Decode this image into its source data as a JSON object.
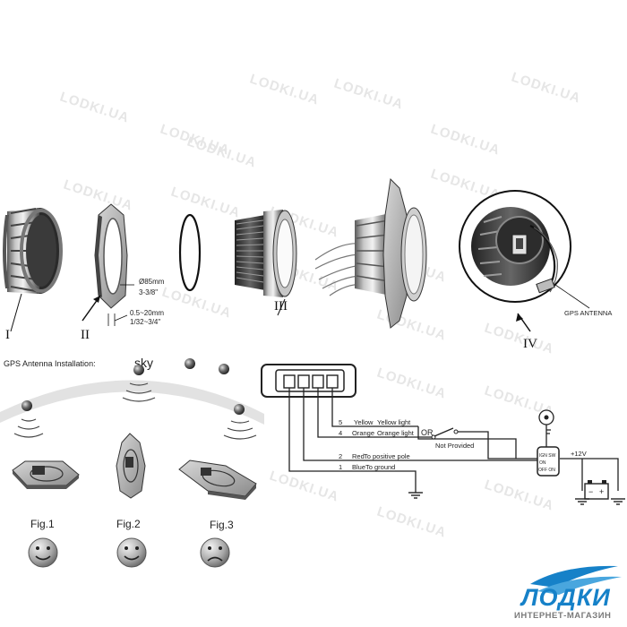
{
  "watermark": "LODKI.UA",
  "parts": {
    "labels": [
      "I",
      "II",
      "III",
      "IV"
    ],
    "bracket_diameter": "Ø85mm",
    "bracket_diameter_in": "3-3/8\"",
    "panel_thickness": "0.5~20mm",
    "panel_thickness_in": "1/32~3/4\"",
    "gps_antenna": "GPS ANTENNA"
  },
  "gps_installation": {
    "title": "GPS Antenna Installation:",
    "sky": "sky",
    "figures": [
      "Fig.1",
      "Fig.2",
      "Fig.3"
    ],
    "faces": [
      "happy",
      "happy",
      "sad"
    ]
  },
  "wiring": {
    "wires": [
      {
        "num": "5",
        "color": "Yellow",
        "desc": "Yellow light"
      },
      {
        "num": "4",
        "color": "Orange",
        "desc": "Orange light"
      },
      {
        "num": "2",
        "color": "Red",
        "desc": "To positive pole"
      },
      {
        "num": "1",
        "color": "Blue",
        "desc": "To ground"
      }
    ],
    "or": "OR",
    "not_provided": "Not Provided",
    "supply": "+12V",
    "ignition_labels": [
      "IGN SW",
      "ON",
      "OFF ON"
    ]
  },
  "logo": {
    "name": "ЛОДКИ",
    "tagline": "ИНТЕРНЕТ-МАГАЗИН"
  }
}
